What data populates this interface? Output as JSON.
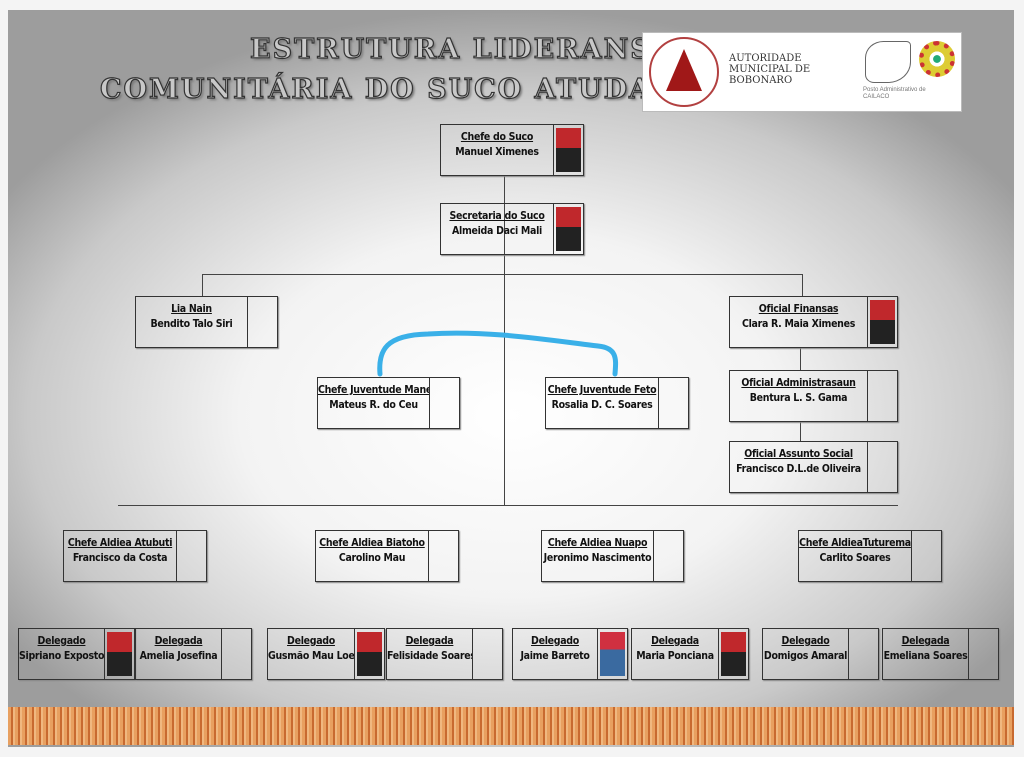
{
  "title": {
    "line1": "ESTRUTURA LIDERANSA",
    "line2": "COMUNITÁRIA DO SUCO ATUDARA"
  },
  "logo": {
    "authority": "AUTORIDADE MUNICIPAL DE BOBONARO",
    "posto_label": "Posto Administrativo de",
    "posto_name": "CAILACO"
  },
  "colors": {
    "connector": "#444444",
    "highlight": "#3ab0e8",
    "stripes": "#c86a30"
  },
  "nodes": [
    {
      "role": "Chefe do Suco",
      "name": "Manuel Ximenes",
      "photo": true
    },
    {
      "role": "Secretaria do Suco",
      "name": "Almeida Daci Mali",
      "photo": true
    },
    {
      "role": "Lia Nain",
      "name": "Bendito Talo Siri",
      "photo": false
    },
    {
      "role": "Oficial Finansas",
      "name": "Clara R. Maia Ximenes",
      "photo": true
    },
    {
      "role": "Chefe Juventude Mane",
      "name": "Mateus R. do Ceu",
      "photo": false
    },
    {
      "role": "Chefe Juventude Feto",
      "name": "Rosalia D. C. Soares",
      "photo": false
    },
    {
      "role": "Oficial Administrasaun",
      "name": "Bentura L. S. Gama",
      "photo": false
    },
    {
      "role": "Oficial Assunto Social",
      "name": "Francisco D.L.de Oliveira",
      "photo": false
    },
    {
      "role": "Chefe Aldiea Atubuti",
      "name": "Francisco da Costa",
      "photo": false
    },
    {
      "role": "Chefe Aldiea Biatoho",
      "name": "Carolino Mau",
      "photo": false
    },
    {
      "role": "Chefe Aldiea Nuapo",
      "name": "Jeronimo Nascimento",
      "photo": false
    },
    {
      "role": "Chefe AldieaTuturema",
      "name": "Carlito Soares",
      "photo": false
    },
    {
      "role": "Delegado",
      "name": "Sipriano Exposto",
      "photo": true
    },
    {
      "role": "Delegada",
      "name": "Amelia Josefina",
      "photo": false
    },
    {
      "role": "Delegado",
      "name": "Gusmão Mau Loe",
      "photo": true
    },
    {
      "role": "Delegada",
      "name": "Felisidade Soares",
      "photo": false
    },
    {
      "role": "Delegado",
      "name": "Jaime Barreto",
      "photo": true
    },
    {
      "role": "Delegada",
      "name": "Maria Ponciana",
      "photo": true
    },
    {
      "role": "Delegado",
      "name": "Domigos Amaral",
      "photo": false
    },
    {
      "role": "Delegada",
      "name": "Emeliana Soares",
      "photo": false
    }
  ]
}
